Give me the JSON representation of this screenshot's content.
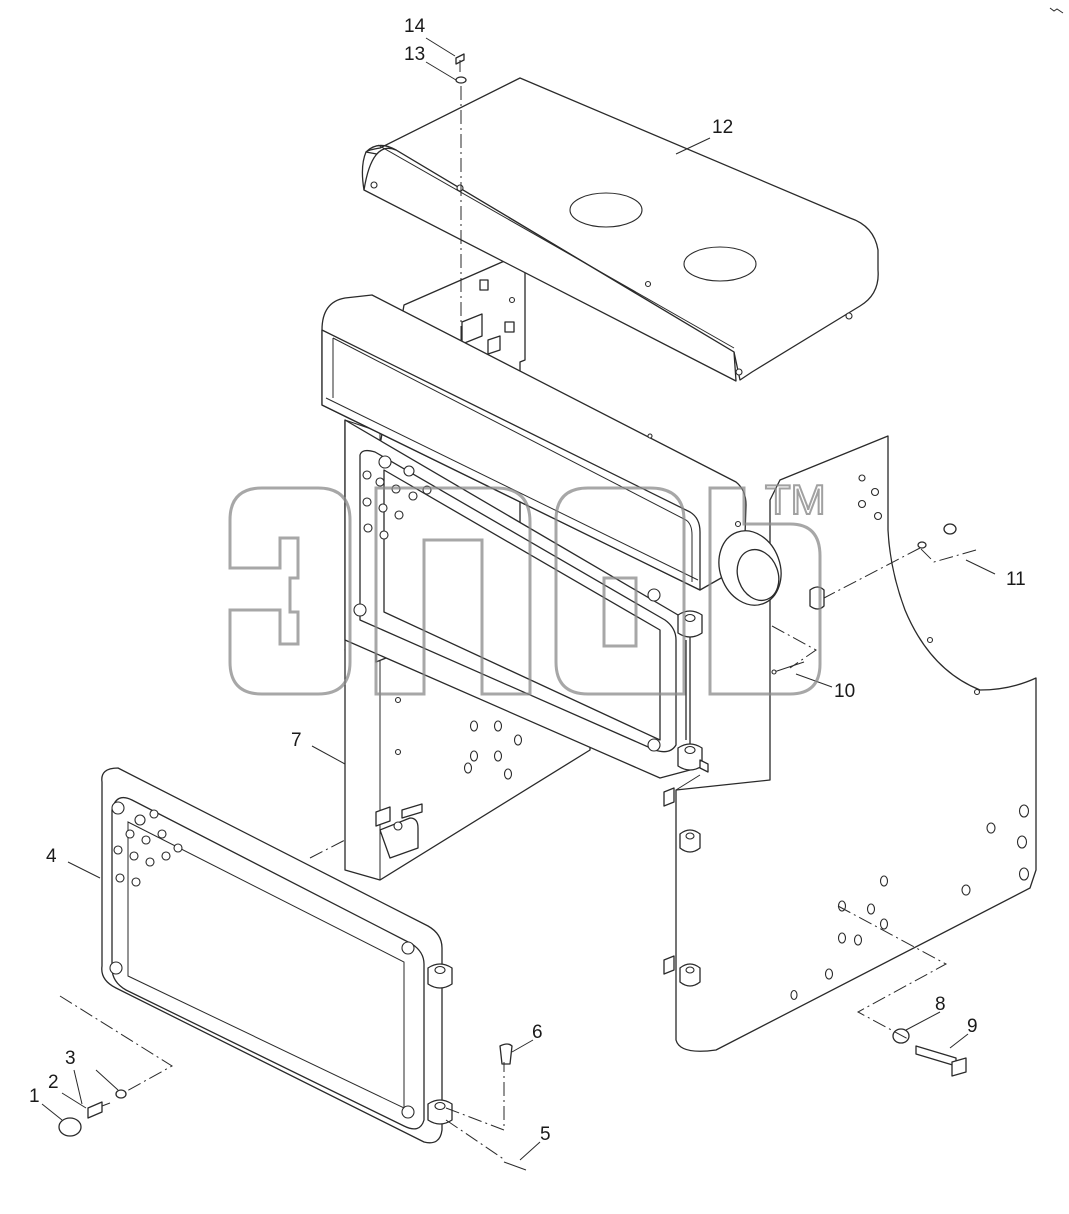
{
  "diagram": {
    "callouts": [
      {
        "id": "c1",
        "text": "1"
      },
      {
        "id": "c2",
        "text": "2"
      },
      {
        "id": "c3",
        "text": "3"
      },
      {
        "id": "c4",
        "text": "4"
      },
      {
        "id": "c5",
        "text": "5"
      },
      {
        "id": "c6",
        "text": "6"
      },
      {
        "id": "c7",
        "text": "7"
      },
      {
        "id": "c8",
        "text": "8"
      },
      {
        "id": "c9",
        "text": "9"
      },
      {
        "id": "c10",
        "text": "10"
      },
      {
        "id": "c11",
        "text": "11"
      },
      {
        "id": "c12",
        "text": "12"
      },
      {
        "id": "c13",
        "text": "13"
      },
      {
        "id": "c14",
        "text": "14"
      }
    ],
    "watermark": {
      "trademark": "TM"
    }
  }
}
